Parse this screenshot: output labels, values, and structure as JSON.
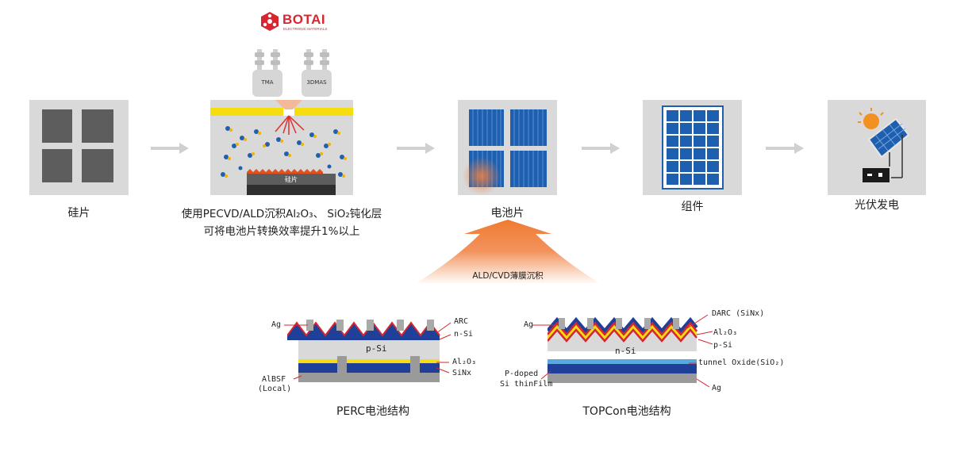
{
  "brand": {
    "name": "BOTAI",
    "tagline": "ELECTRONIC MATERIALS",
    "color": "#d7262f"
  },
  "precursors": [
    {
      "label": "TMA"
    },
    {
      "label": "3DMAS"
    }
  ],
  "process_steps": [
    {
      "label": "硅片"
    },
    {
      "label": "使用PECVD/ALD沉积Al₂O₃、 SiO₂钝化层",
      "label2": "可将电池片转换效率提升1%以上",
      "wafer_label": "硅片"
    },
    {
      "label": "电池片"
    },
    {
      "label": "组件"
    },
    {
      "label": "光伏发电"
    }
  ],
  "deposition": {
    "label": "ALD/CVD薄膜沉积"
  },
  "perc": {
    "title": "PERC电池结构",
    "layer_labels": {
      "ag": "Ag",
      "arc": "ARC",
      "nsi": "n-Si",
      "psi": "p-Si",
      "al2o3": "Al₂O₃",
      "sinx": "SiNx",
      "albsf": "AlBSF",
      "albsf2": "(Local)"
    }
  },
  "topcon": {
    "title": "TOPCon电池结构",
    "layer_labels": {
      "ag_top": "Ag",
      "darc": "DARC (SiNx)",
      "al2o3": "Al₂O₃",
      "psi": "p-Si",
      "nsi": "n-Si",
      "tunnel": "tunnel Oxide(SiO₂)",
      "pdoped": "P-doped",
      "pdoped2": "Si thinFilm",
      "ag_bottom": "Ag"
    }
  },
  "colors": {
    "panel": "#d9d9d9",
    "arrow": "#d0d0d0",
    "cell_blue": "#1f5fb0",
    "zigzag_blue": "#1f3f99",
    "red": "#d7262f",
    "yellow": "#f5dd10",
    "gray": "#9a9a9a"
  }
}
